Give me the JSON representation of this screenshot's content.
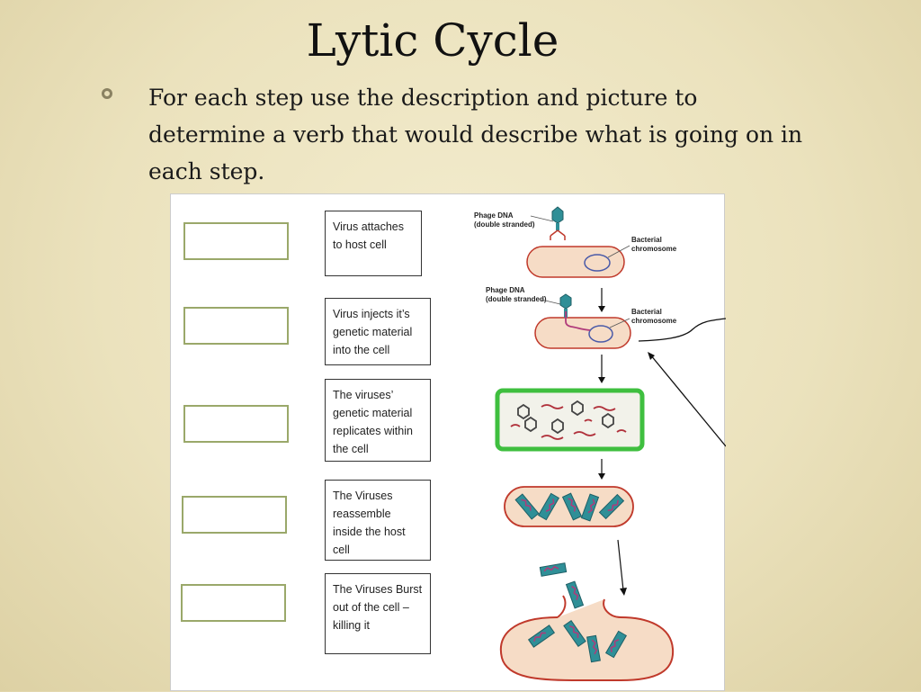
{
  "slide": {
    "title": "Lytic Cycle",
    "bullet": "For each step use the description and picture to determine a verb that would describe what is going on in each step."
  },
  "steps": [
    {
      "text": "Virus attaches to host cell"
    },
    {
      "text": "Virus injects it’s genetic material into the cell"
    },
    {
      "text": "The viruses’ genetic material replicates within the cell"
    },
    {
      "text": "The Viruses reassemble inside the host cell"
    },
    {
      "text": "The Viruses Burst out of the cell – killing it"
    }
  ],
  "diagram": {
    "phage_dna_label_1": "Phage DNA",
    "phage_dna_sub_1": "(double stranded)",
    "bacterial_label_1": "Bacterial",
    "chromosome_label_1": "chromosome",
    "phage_dna_label_2": "Phage DNA",
    "phage_dna_sub_2": "(double stranded)",
    "bacterial_label_2": "Bacterial",
    "chromosome_label_2": "chromosome"
  }
}
